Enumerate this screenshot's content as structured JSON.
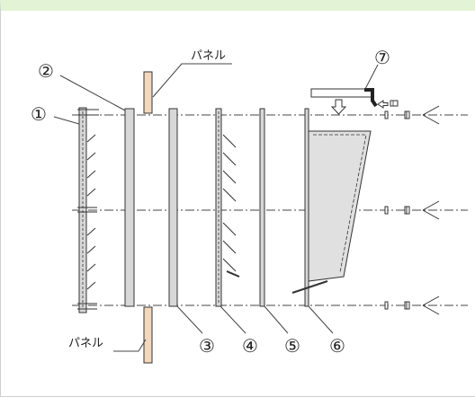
{
  "diagram": {
    "labels": {
      "panel_top": "パネル",
      "panel_bottom": "パネル"
    },
    "callouts": {
      "c1": "①",
      "c2": "②",
      "c3": "③",
      "c4": "④",
      "c5": "⑤",
      "c6": "⑥",
      "c7": "⑦"
    },
    "colors": {
      "line": "#333333",
      "panel_fill": "#f3d8bd",
      "part_fill": "#d8d8d8",
      "shade_fill": "#e0e0e0",
      "header_band": "#e3f3d5"
    }
  }
}
